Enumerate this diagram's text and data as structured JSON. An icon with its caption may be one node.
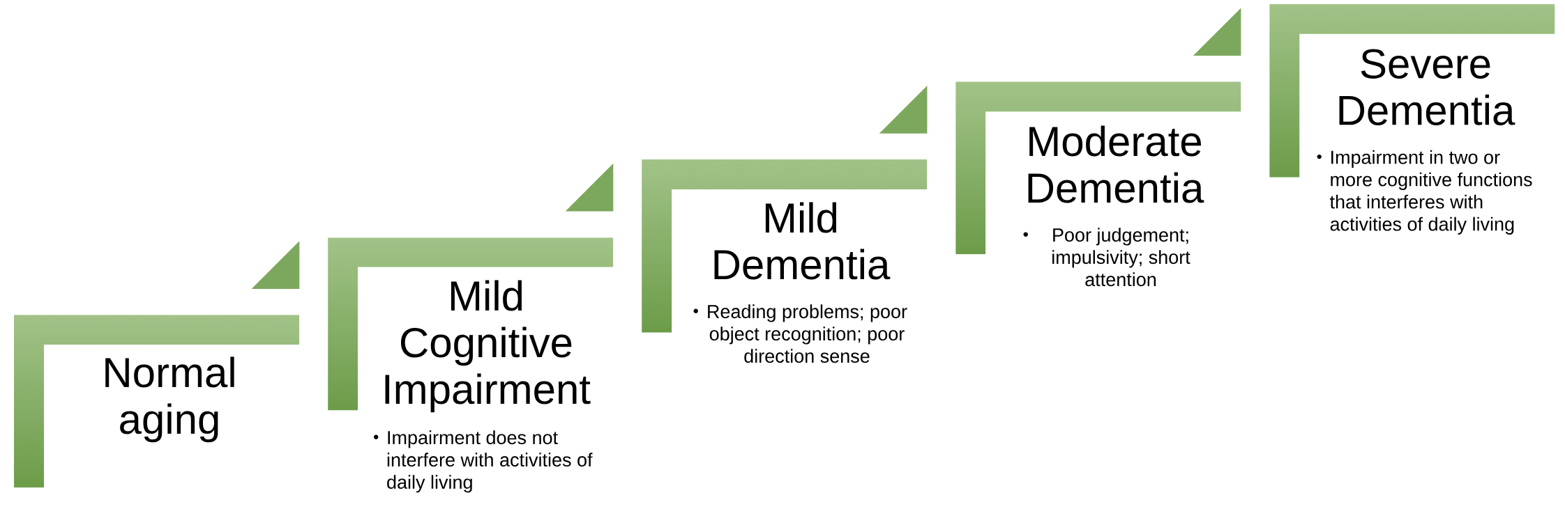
{
  "diagram": {
    "nodes": [
      {
        "text": [
          "Normal aging"
        ]
      },
      {
        "text": [
          "Mild Cognitive Impairment",
          "Impairment does not interfere with activities of daily living"
        ]
      },
      {
        "text": [
          "Mild Dementia",
          "Reading problems; poor object recognition; poor direction sense"
        ]
      },
      {
        "text": [
          "Moderate Dementia",
          "Poor judgement; impulsivity; short attention"
        ]
      },
      {
        "text": [
          "Severe Dementia",
          "Impairment in two or more cognitive functions that interferes with activities of daily living"
        ]
      }
    ]
  }
}
